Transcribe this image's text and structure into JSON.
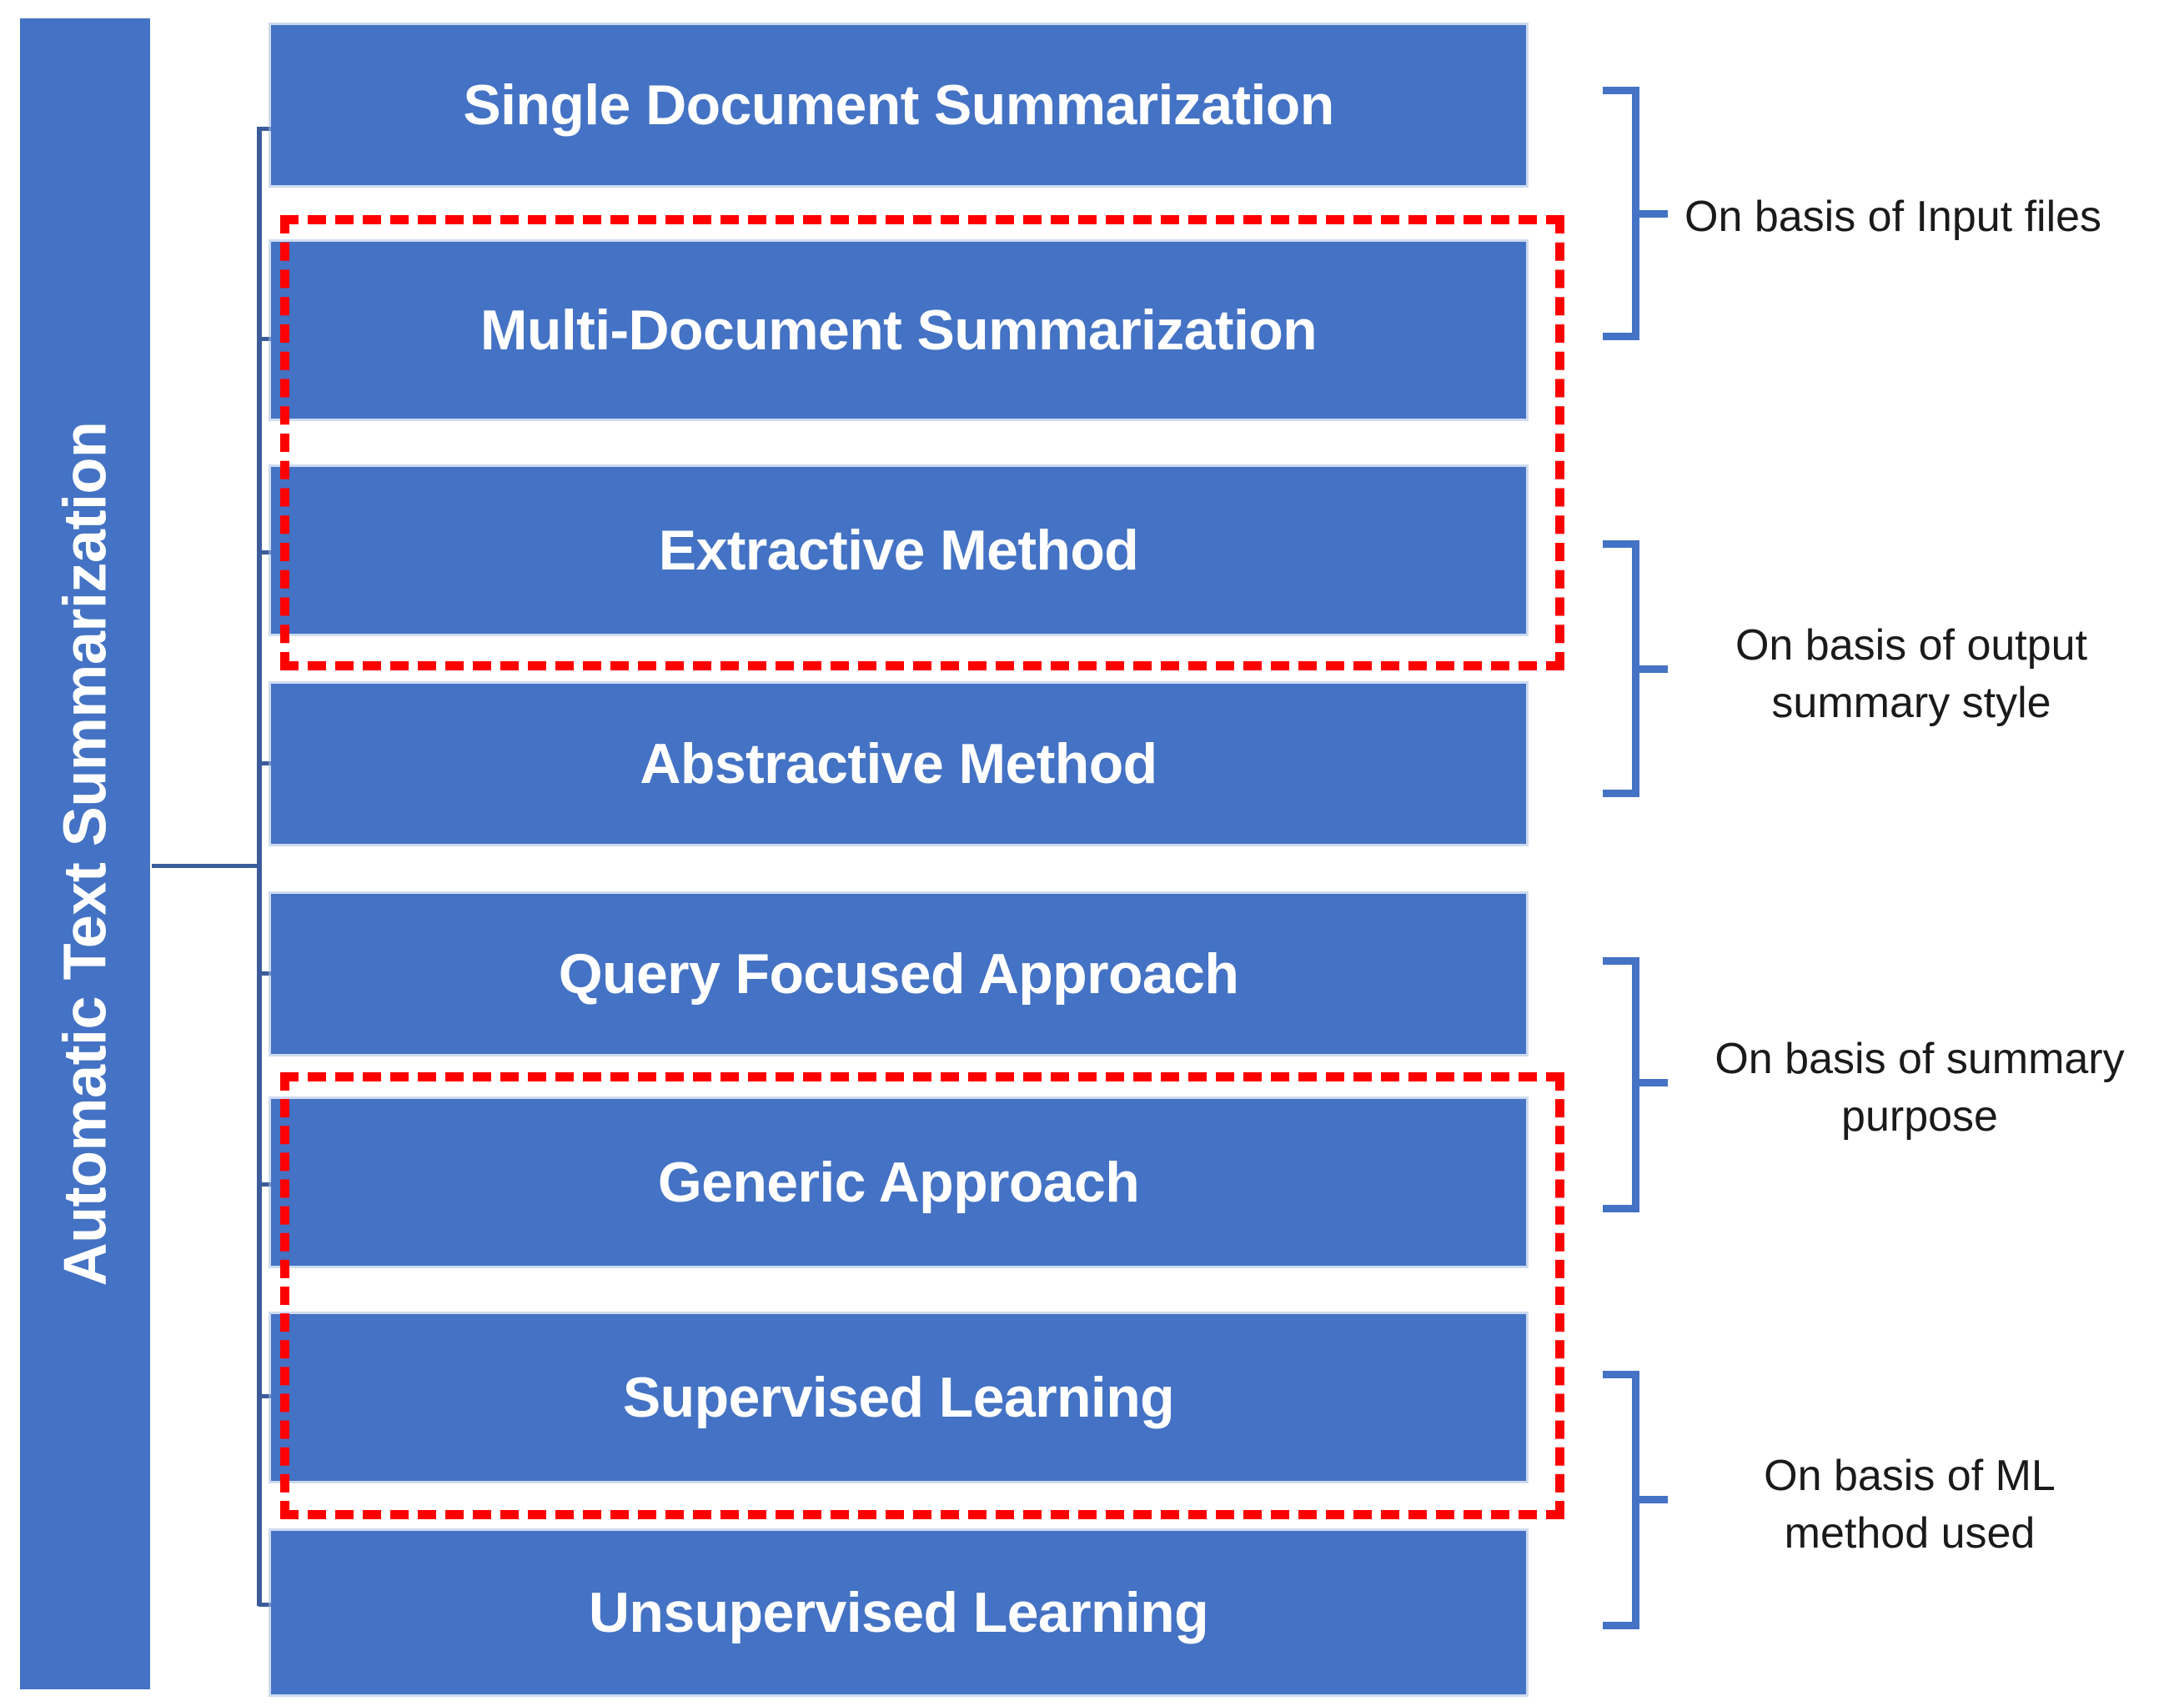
{
  "diagram": {
    "title": "Automatic Text Summarization",
    "root": {
      "label": "Automatic Text Summarization",
      "color": "#4472C4"
    },
    "nodes": [
      {
        "label": "Single Document Summarization"
      },
      {
        "label": "Multi-Document Summarization"
      },
      {
        "label": "Extractive Method"
      },
      {
        "label": "Abstractive Method"
      },
      {
        "label": "Query Focused Approach"
      },
      {
        "label": "Generic Approach"
      },
      {
        "label": "Supervised Learning"
      },
      {
        "label": "Unsupervised Learning"
      }
    ],
    "groups": [
      {
        "label": "On basis of Input files"
      },
      {
        "label": "On basis of output\nsummary style"
      },
      {
        "label": "On basis of summary\npurpose"
      },
      {
        "label": "On basis of ML\nmethod used"
      }
    ],
    "highlights": [
      {
        "name": "highlight-multi-document-extractive",
        "color": "#FF0000"
      },
      {
        "name": "highlight-generic-supervised",
        "color": "#FF0000"
      }
    ],
    "colors": {
      "box_fill": "#4472C4",
      "box_text": "#FFFFFF",
      "connector": "#3B5C9A",
      "bracket": "#4472C4",
      "highlight": "#FF0000",
      "label_text": "#1A1A1A",
      "background": "#FFFFFF"
    }
  }
}
